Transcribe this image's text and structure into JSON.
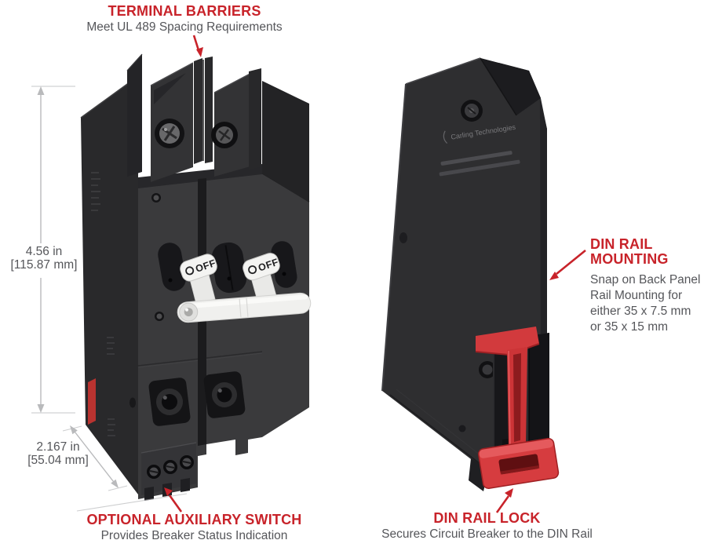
{
  "colors": {
    "accent_red": "#c8232a",
    "text_gray": "#55565a",
    "dimension_line": "#b9babc",
    "breaker_body": "#2e2e30",
    "toggle_lever_white": "#f2f2f0",
    "din_lock_red": "#d63c3f"
  },
  "annotations": {
    "terminal_barriers": {
      "title": "TERMINAL BARRIERS",
      "subtitle": "Meet UL 489 Spacing Requirements"
    },
    "auxiliary_switch": {
      "title": "OPTIONAL AUXILIARY SWITCH",
      "subtitle": "Provides Breaker Status Indication"
    },
    "din_rail_mounting": {
      "title_line1": "DIN RAIL",
      "title_line2": "MOUNTING",
      "body_line1": "Snap on Back Panel",
      "body_line2": "Rail Mounting for",
      "body_line3": "either 35 x 7.5 mm",
      "body_line4": "or 35 x 15 mm"
    },
    "din_rail_lock": {
      "title": "DIN RAIL LOCK",
      "subtitle": "Secures Circuit Breaker to the DIN Rail"
    }
  },
  "dimensions": {
    "height": {
      "inches": "4.56 in",
      "millimeters": "[115.87 mm]"
    },
    "depth": {
      "inches": "2.167 in",
      "millimeters": "[55.04 mm]"
    }
  },
  "breaker": {
    "pole1_toggle_label": "OFF",
    "pole2_toggle_label": "OFF",
    "side_label_brand": "Carling Technologies"
  }
}
